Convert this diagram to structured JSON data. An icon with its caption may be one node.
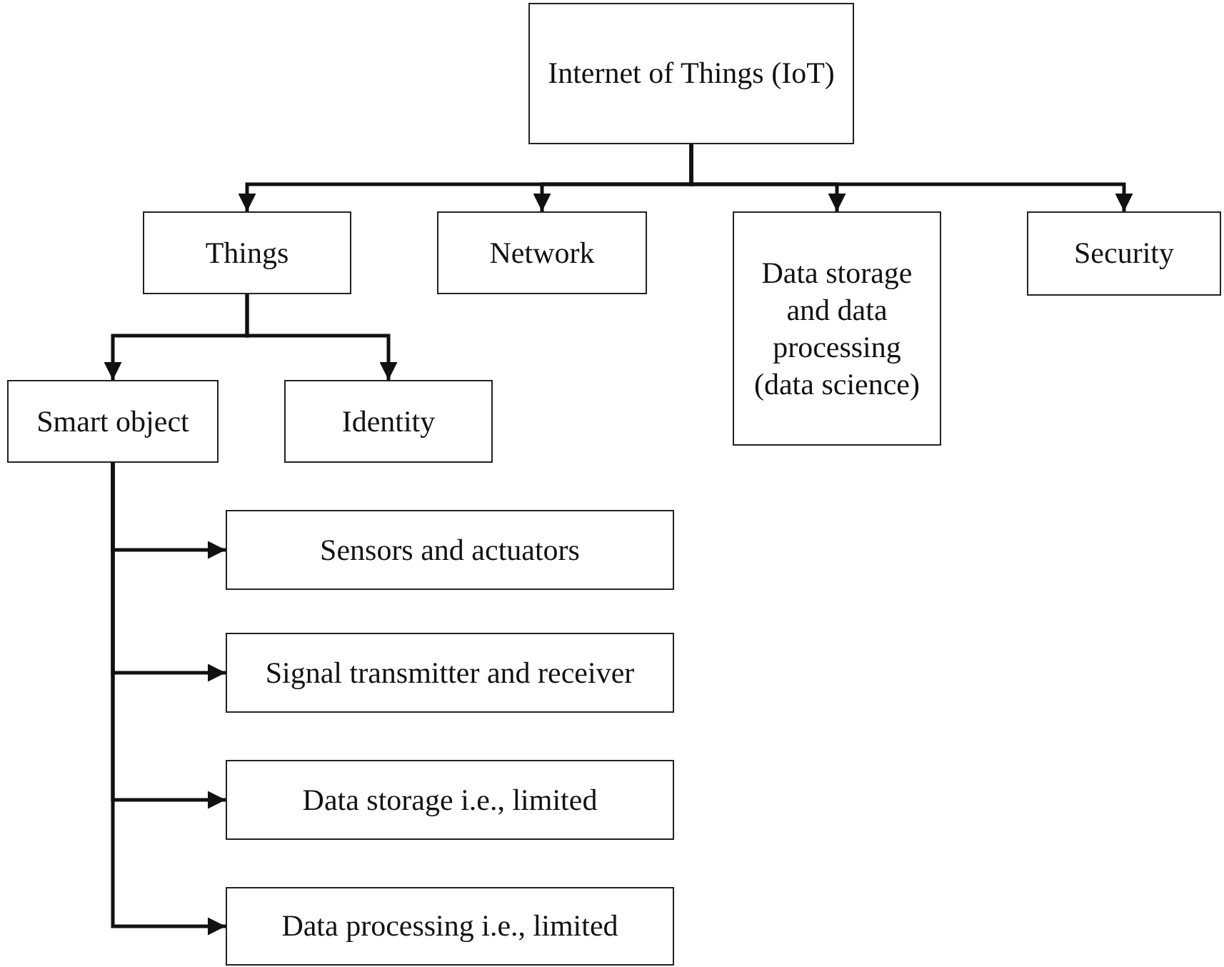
{
  "diagram": {
    "nodes": [
      {
        "text": [
          "Internet of Things (IoT)"
        ]
      },
      {
        "text": [
          "Things"
        ]
      },
      {
        "text": [
          "Network"
        ]
      },
      {
        "text": [
          "Data storage and data processing (data science)"
        ]
      },
      {
        "text": [
          "Security"
        ]
      },
      {
        "text": [
          "Smart object"
        ]
      },
      {
        "text": [
          "Identity"
        ]
      },
      {
        "text": [
          "Sensors and actuators"
        ]
      },
      {
        "text": [
          "Signal transmitter and receiver"
        ]
      },
      {
        "text": [
          "Data storage i.e., limited"
        ]
      },
      {
        "text": [
          "Data processing i.e., limited"
        ]
      }
    ],
    "edges": [
      {
        "from": 0,
        "to": 1,
        "arrow": "to"
      },
      {
        "from": 0,
        "to": 2,
        "arrow": "to"
      },
      {
        "from": 0,
        "to": 3,
        "arrow": "to"
      },
      {
        "from": 0,
        "to": 4,
        "arrow": "to"
      },
      {
        "from": 1,
        "to": 5,
        "arrow": "to"
      },
      {
        "from": 1,
        "to": 6,
        "arrow": "to"
      },
      {
        "from": 5,
        "to": 7,
        "arrow": "to"
      },
      {
        "from": 5,
        "to": 8,
        "arrow": "to"
      },
      {
        "from": 5,
        "to": 9,
        "arrow": "to"
      },
      {
        "from": 5,
        "to": 10,
        "arrow": "to"
      }
    ]
  }
}
